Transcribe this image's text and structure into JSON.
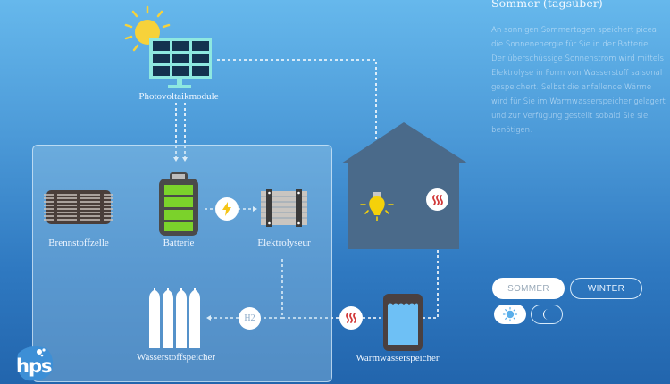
{
  "diagram": {
    "components": {
      "pv": {
        "label": "Photovoltaikmodule",
        "icon": "solar-panel-with-sun"
      },
      "fuel_cell": {
        "label": "Brennstoffzelle",
        "icon": "fuel-cell"
      },
      "battery": {
        "label": "Batterie",
        "icon": "battery-full",
        "charge_fraction": 1.0
      },
      "electrolyzer": {
        "label": "Elektrolyseur",
        "icon": "electrolyzer"
      },
      "h2_storage": {
        "label": "Wasserstoffspeicher",
        "icon": "gas-cylinders"
      },
      "hot_water": {
        "label": "Warmwasserspeicher",
        "icon": "water-tank"
      },
      "house": {
        "icon": "house",
        "contains": [
          "light-bulb",
          "heat"
        ]
      }
    },
    "badges": {
      "electricity": {
        "icon": "lightning-icon"
      },
      "hydrogen": {
        "text": "H2"
      },
      "heat": {
        "icon": "heat-waves-icon"
      }
    },
    "flows": [
      {
        "from": "Photovoltaikmodule",
        "to": "Batterie",
        "style": "dashed-double"
      },
      {
        "from": "Photovoltaikmodule",
        "to": "Haus (Licht)",
        "style": "dashed"
      },
      {
        "from": "Batterie",
        "to": "Elektrolyseur",
        "via": "electricity",
        "style": "dashed"
      },
      {
        "from": "Elektrolyseur",
        "to": "Wasserstoffspeicher",
        "via": "H2",
        "style": "dashed"
      },
      {
        "from": "Elektrolyseur",
        "to": "Warmwasserspeicher",
        "via": "heat",
        "style": "dashed"
      },
      {
        "from": "Warmwasserspeicher",
        "to": "Haus (Wärme)",
        "style": "dashed"
      }
    ],
    "colors": {
      "sun": "#f7d23a",
      "panel_frame": "#8ee8e0",
      "panel_cells": "#14324f",
      "battery_green": "#7bd22b",
      "battery_body": "#4a4a4a",
      "house": "#4a6a8a",
      "bulb": "#f5d10a",
      "heat_red": "#d23a3a",
      "tank_water": "#6ec0f5"
    }
  },
  "info": {
    "title": "Sommer (tagsüber)",
    "text": "An sonnigen Sommertagen speichert picea die Sonnenenergie für Sie in der Batterie. Der überschüssige Sonnenstrom wird mittels Elektrolyse in Form von Wasserstoff saisonal gespeichert. Selbst die anfallende Wärme wird für Sie im Warmwasserspeicher gelagert und zur Verfügung gestellt sobald Sie sie benötigen."
  },
  "controls": {
    "season": {
      "options": [
        "SOMMER",
        "WINTER"
      ],
      "selected": "SOMMER"
    },
    "time_of_day": {
      "options": [
        "day",
        "night"
      ],
      "selected": "day"
    }
  },
  "logo": {
    "text": "hps"
  }
}
